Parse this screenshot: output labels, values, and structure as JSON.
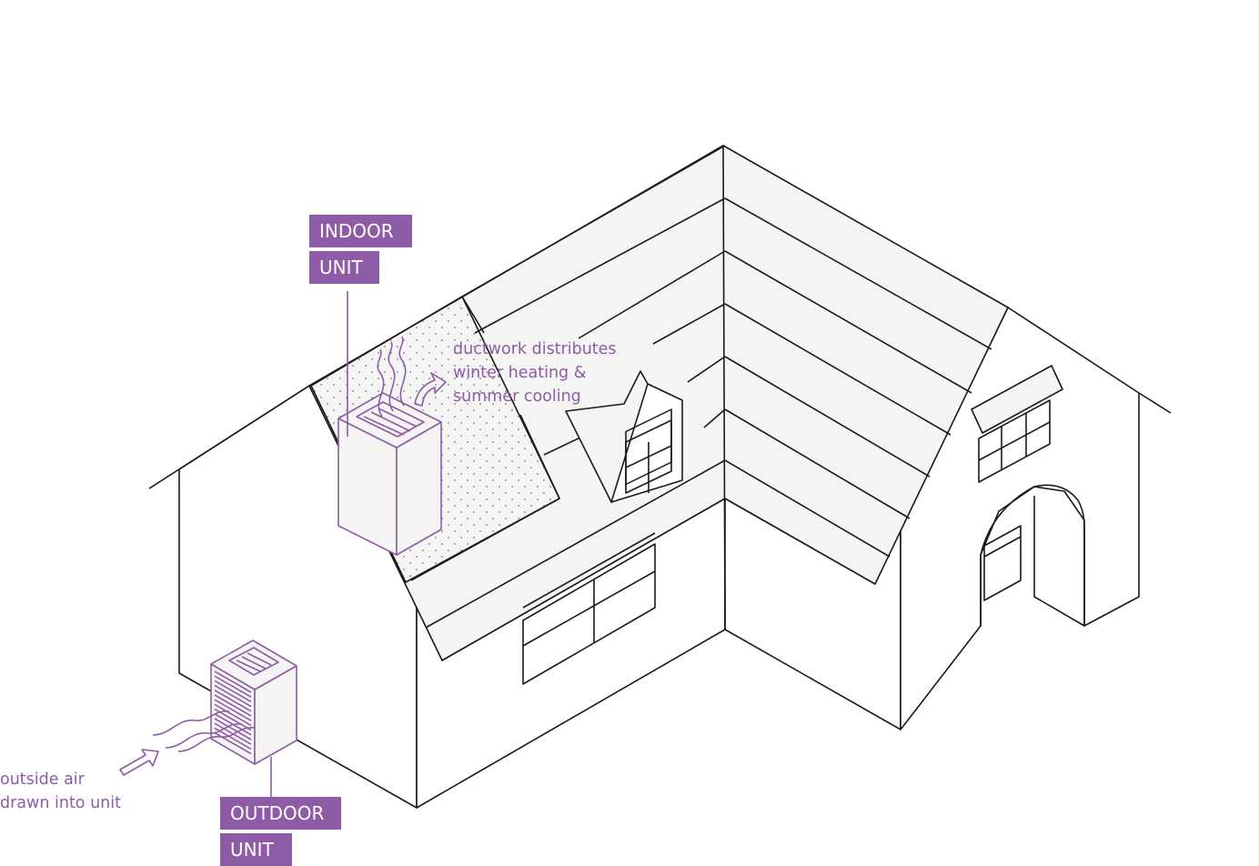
{
  "theme": {
    "line": "#1a1a1a",
    "accent": "#8e5ba7",
    "wall": "#ffffff",
    "roof": "#f4f4f2",
    "dot": "#7a7a7a"
  },
  "indoor_label": {
    "line1": "INDOOR",
    "line2": "UNIT"
  },
  "outdoor_label": {
    "line1": "OUTDOOR",
    "line2": "UNIT"
  },
  "ductwork_note": {
    "line1": "ductwork distributes",
    "line2": "winter heating &",
    "line3": "summer cooling"
  },
  "outside_air_note": {
    "line1": "outside air",
    "line2": "drawn into unit"
  }
}
